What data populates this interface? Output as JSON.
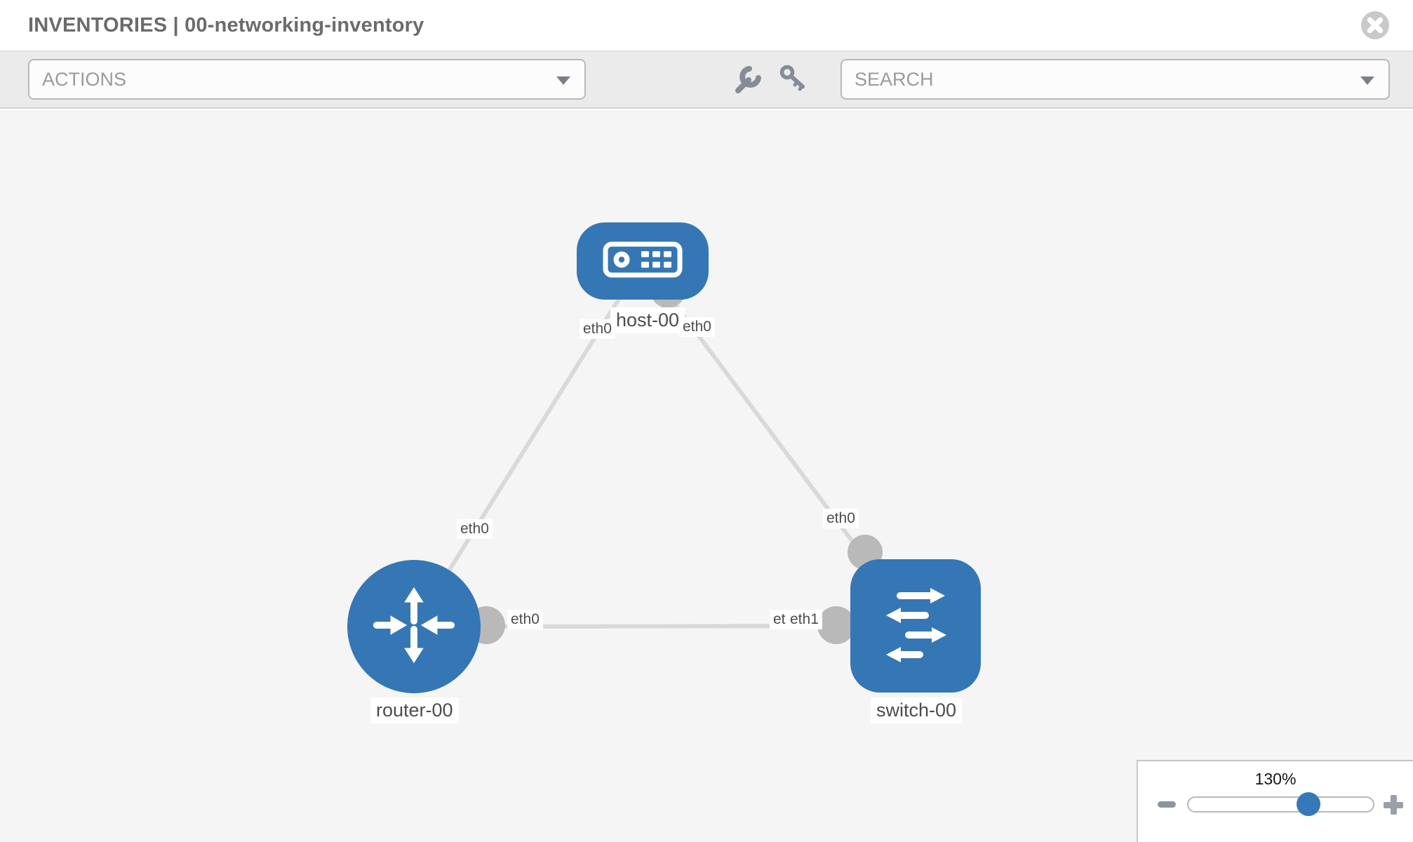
{
  "window": {
    "title": "INVENTORIES | 00-networking-inventory"
  },
  "toolbar": {
    "actions_label": "ACTIONS",
    "search_label": "SEARCH"
  },
  "topology": {
    "nodes": [
      {
        "id": "host-00",
        "type": "host",
        "label": "host-00"
      },
      {
        "id": "router-00",
        "type": "router",
        "label": "router-00"
      },
      {
        "id": "switch-00",
        "type": "switch",
        "label": "switch-00"
      }
    ],
    "links": [
      {
        "source": "host-00",
        "target": "router-00",
        "source_interface": "eth0",
        "target_interface": "eth0"
      },
      {
        "source": "host-00",
        "target": "switch-00",
        "source_interface": "eth0",
        "target_interface": "eth0"
      },
      {
        "source": "router-00",
        "target": "switch-00",
        "source_interface": "eth0",
        "target_interface": "eth1"
      }
    ],
    "overlapped_label": "eth0"
  },
  "zoom_control": {
    "level": "130%"
  },
  "icons": {
    "close": "close-icon",
    "wrench": "wrench-icon",
    "key": "key-icon",
    "dropdown_caret": "chevron-down-icon",
    "zoom_out": "minus-icon",
    "zoom_in": "plus-icon"
  },
  "colors": {
    "node_blue": "#3577b5",
    "link_gray": "#d9d9d9",
    "interface_gray": "#b9b9b9",
    "slider_thumb_blue": "#3778b9",
    "canvas_bg": "#f5f5f5",
    "toolbar_bg": "#ebebeb"
  }
}
